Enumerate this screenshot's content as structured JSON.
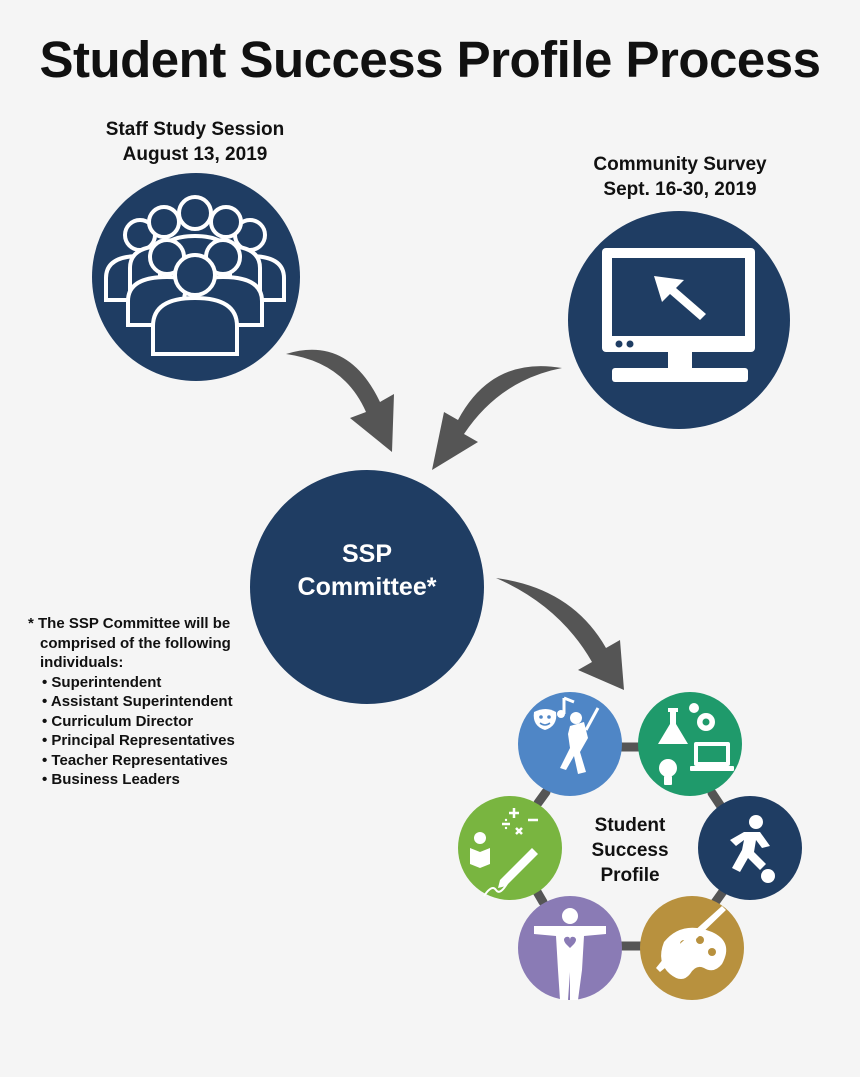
{
  "title": "Student Success Profile Process",
  "staff_session": {
    "line1": "Staff Study Session",
    "line2": "August 13, 2019",
    "icon": "group-of-people-icon"
  },
  "community_survey": {
    "line1": "Community Survey",
    "line2": "Sept. 16-30, 2019",
    "icon": "computer-monitor-icon"
  },
  "committee": {
    "line1": "SSP",
    "line2": "Committee*"
  },
  "note": {
    "first": "* The SSP Committee will be",
    "cont1": "comprised of the following",
    "cont2": "individuals:",
    "items": [
      "Superintendent",
      "Assistant Superintendent",
      "Curriculum Director",
      "Principal Representatives",
      "Teacher Representatives",
      "Business Leaders"
    ]
  },
  "profile": {
    "line1": "Student",
    "line2": "Success",
    "line3": "Profile",
    "segments": [
      {
        "icon": "performing-arts-icon",
        "color": "#4f86c6"
      },
      {
        "icon": "science-technology-icon",
        "color": "#1f9a6b"
      },
      {
        "icon": "athletics-icon",
        "color": "#1f3d63"
      },
      {
        "icon": "visual-arts-icon",
        "color": "#b8913e"
      },
      {
        "icon": "wellness-icon",
        "color": "#8a7bb5"
      },
      {
        "icon": "academics-icon",
        "color": "#79b540"
      }
    ]
  },
  "colors": {
    "navy": "#1f3d63",
    "arrow": "#555555",
    "connector": "#555555"
  }
}
